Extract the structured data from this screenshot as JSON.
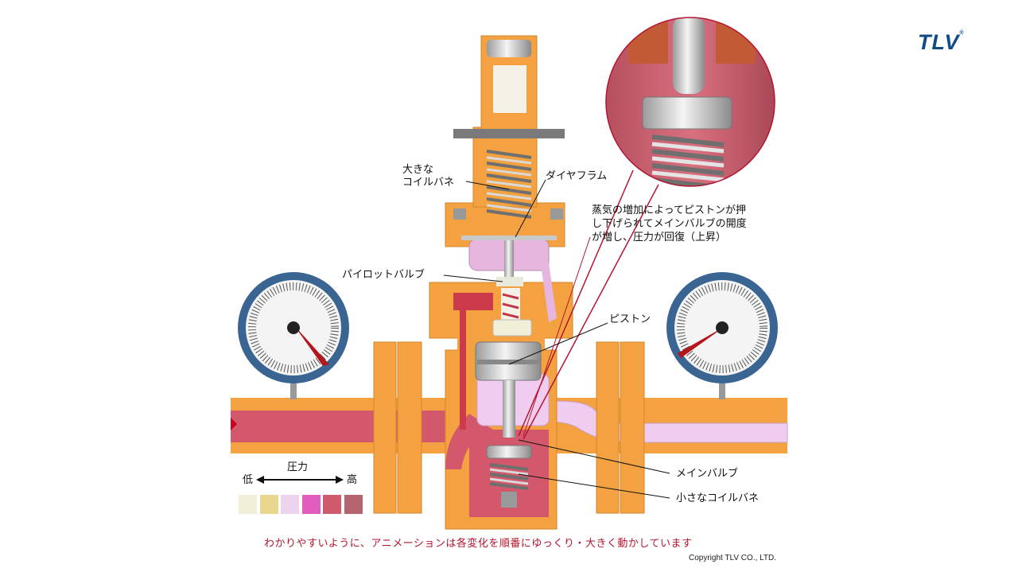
{
  "brand": {
    "logo": "TLV",
    "registered": "®"
  },
  "labels": {
    "large_spring_line1": "大きな",
    "large_spring_line2": "コイルバネ",
    "diaphragm": "ダイヤフラム",
    "pilot_valve": "パイロットバルブ",
    "piston": "ピストン",
    "main_valve": "メインバルブ",
    "small_spring": "小さなコイルバネ",
    "explanation_line1": "蒸気の増加によってピストンが押",
    "explanation_line2": "し下げられてメインバルブの開度",
    "explanation_line3": "が増し、圧力が回復（上昇）"
  },
  "legend": {
    "title": "圧力",
    "low": "低",
    "high": "高",
    "colors": [
      "#f1efd8",
      "#ead78e",
      "#eed3ee",
      "#e35dbe",
      "#cf5a6b",
      "#b4646f"
    ]
  },
  "footer": {
    "note": "わかりやすいように、アニメーションは各変化を順番にゆっくり・大きく動かしています",
    "copyright": "Copyright TLV CO., LTD."
  },
  "colors": {
    "body": "#f4a241",
    "steam_high": "#d4586b",
    "steam_low": "#f0cdf0",
    "gauge_ring": "#3a6592",
    "needle": "#b5161e",
    "accent_red": "#b3162e"
  }
}
